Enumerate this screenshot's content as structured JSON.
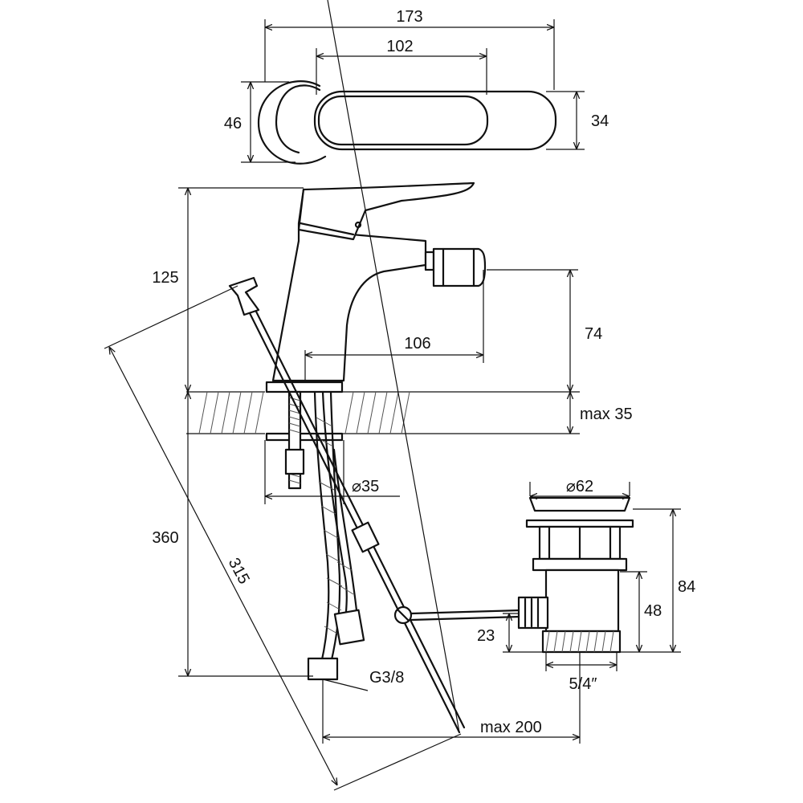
{
  "dimensions": {
    "top_total_length": "173",
    "top_lever_length": "102",
    "top_body_width": "46",
    "top_lever_width": "34",
    "height_above_deck": "125",
    "spout_height": "74",
    "spout_reach": "106",
    "deck_thickness": "max 35",
    "hole_diameter": "⌀35",
    "waste_diameter": "⌀62",
    "waste_height": "84",
    "waste_body_height": "48",
    "waste_link_height": "23",
    "waste_thread": "5/4″",
    "hose_length": "360",
    "rod_length": "315",
    "hose_thread": "G3/8",
    "rod_offset": "max 200"
  },
  "colors": {
    "line": "#111111",
    "hatch": "#555555",
    "background": "#ffffff"
  }
}
